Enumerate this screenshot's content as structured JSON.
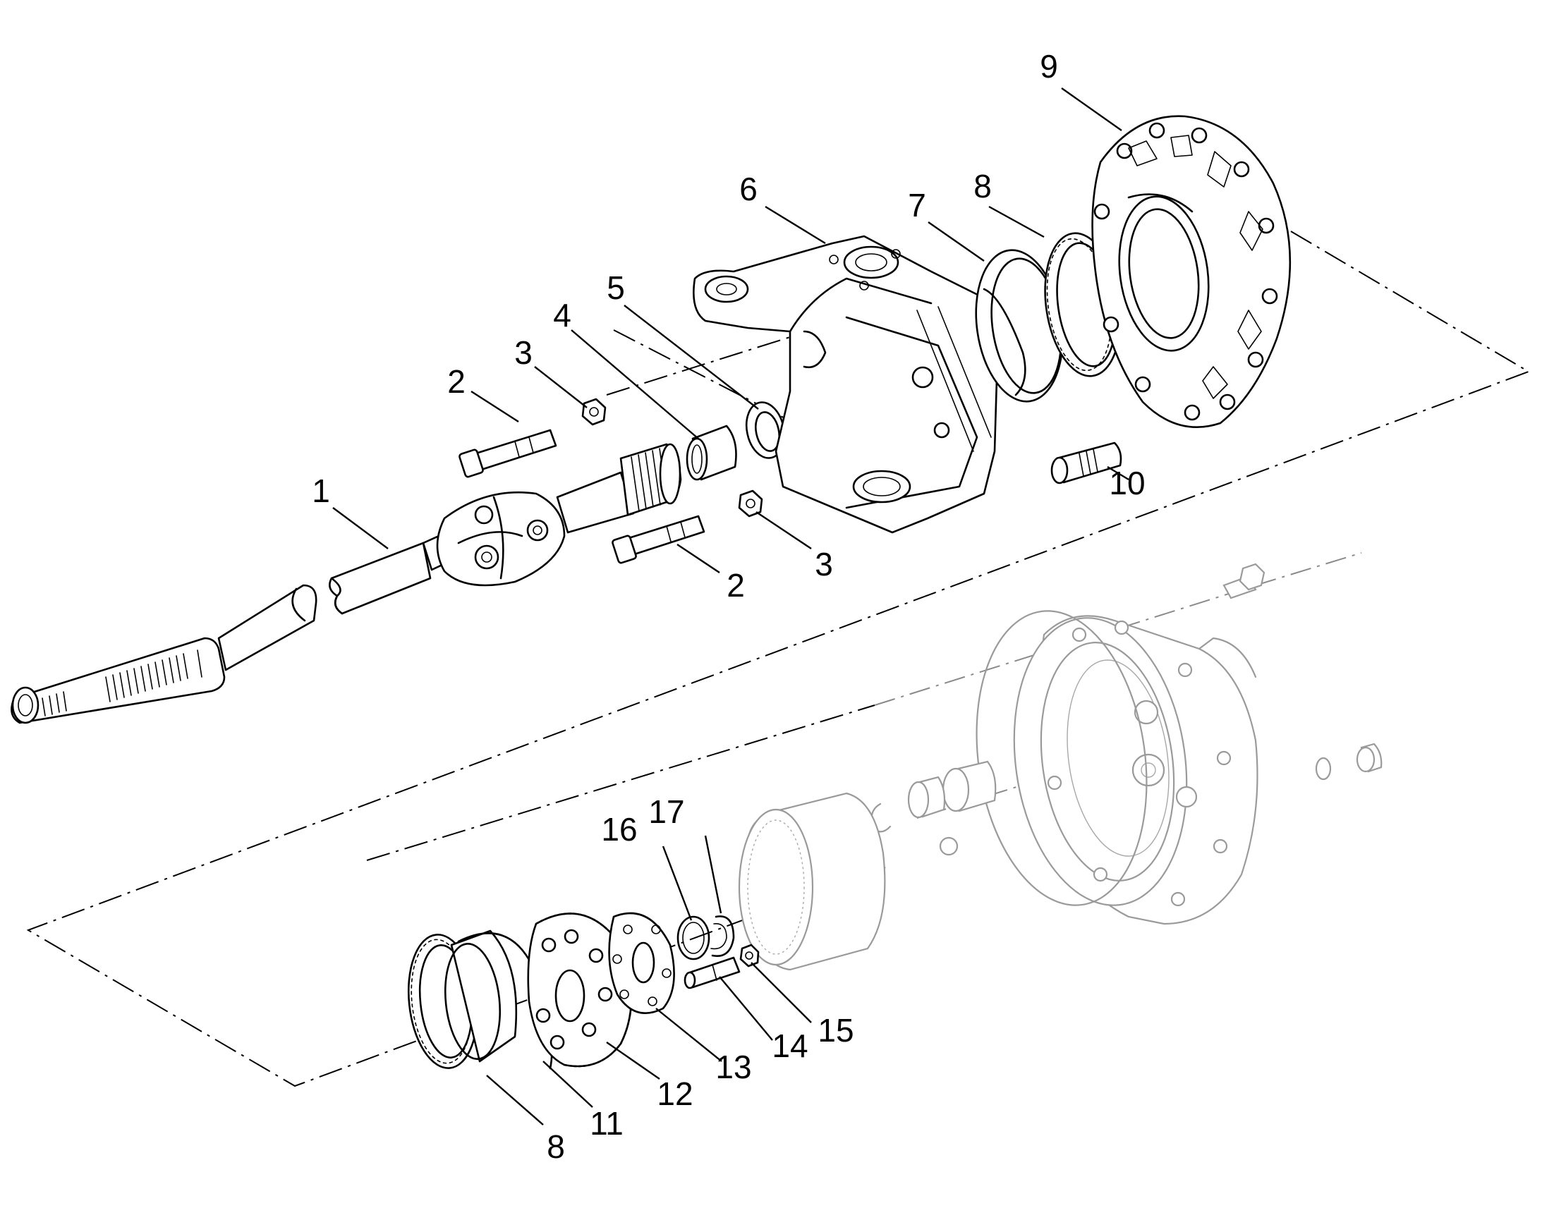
{
  "diagram": {
    "type": "exploded-parts-view",
    "callouts": [
      {
        "id": "c1",
        "label": "1"
      },
      {
        "id": "c2a",
        "label": "2"
      },
      {
        "id": "c2b",
        "label": "2"
      },
      {
        "id": "c3a",
        "label": "3"
      },
      {
        "id": "c3b",
        "label": "3"
      },
      {
        "id": "c4",
        "label": "4"
      },
      {
        "id": "c5",
        "label": "5"
      },
      {
        "id": "c6",
        "label": "6"
      },
      {
        "id": "c7",
        "label": "7"
      },
      {
        "id": "c8a",
        "label": "8"
      },
      {
        "id": "c8b",
        "label": "8"
      },
      {
        "id": "c9",
        "label": "9"
      },
      {
        "id": "c10",
        "label": "10"
      },
      {
        "id": "c11",
        "label": "11"
      },
      {
        "id": "c12",
        "label": "12"
      },
      {
        "id": "c13",
        "label": "13"
      },
      {
        "id": "c14",
        "label": "14"
      },
      {
        "id": "c15",
        "label": "15"
      },
      {
        "id": "c16",
        "label": "16"
      },
      {
        "id": "c17",
        "label": "17"
      }
    ]
  }
}
